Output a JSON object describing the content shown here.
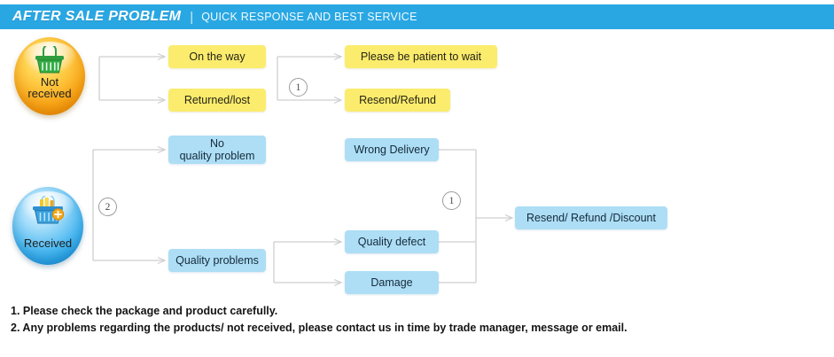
{
  "header": {
    "title": "AFTER SALE PROBLEM",
    "separator": "|",
    "subtitle": "QUICK RESPONSE AND BEST SERVICE",
    "bar_color": "#29a7e3"
  },
  "palette": {
    "yellow_node": "#fbec6d",
    "blue_node": "#addef5",
    "connector": "#cfcfcf",
    "header_blue": "#29a7e3",
    "orange_circle": "#f9a81b",
    "blue_circle": "#4bb8f0"
  },
  "stages": [
    {
      "id": "not-received",
      "label": "Not\nreceived",
      "label_line1": "Not",
      "label_line2": "received",
      "icon": "shopping-basket-empty-icon",
      "color": "#f9a81b"
    },
    {
      "id": "received",
      "label": "Received",
      "label_line1": "Received",
      "label_line2": "",
      "icon": "shopping-basket-filled-icon",
      "color": "#4bb8f0"
    }
  ],
  "nodes": {
    "on_the_way": "On the way",
    "returned_lost": "Returned/lost",
    "please_be_patient": "Please be patient to wait",
    "resend_refund": "Resend/Refund",
    "no_quality_problem_line1": "No",
    "no_quality_problem_line2": "quality problem",
    "quality_problems": "Quality problems",
    "wrong_delivery": "Wrong Delivery",
    "quality_defect": "Quality defect",
    "damage": "Damage",
    "resend_refund_discount": "Resend/ Refund /Discount"
  },
  "markers": {
    "one_top": "1",
    "two_left": "2",
    "one_bottom": "1"
  },
  "footer": {
    "note1": "1. Please check the package and product carefully.",
    "note2": "2. Any problems regarding the products/ not received, please contact us in time by trade manager, message or email."
  }
}
